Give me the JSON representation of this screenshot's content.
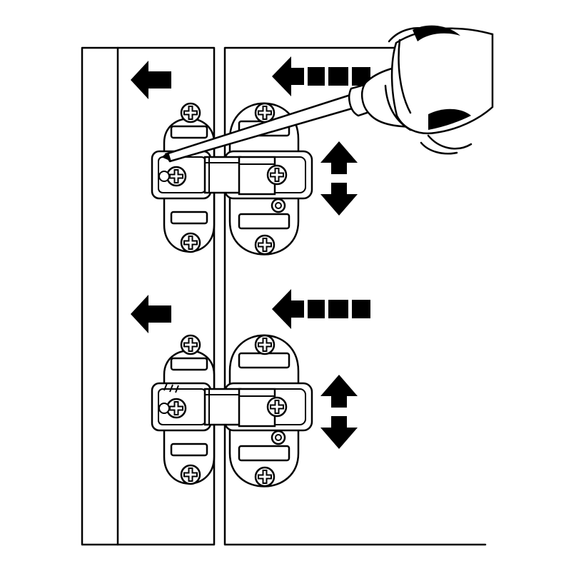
{
  "illustration": {
    "subject": "concealed-hinge-depth-adjustment",
    "colors": {
      "line": "#000000",
      "background": "#ffffff"
    },
    "icons": [
      "screwdriver-icon",
      "arrow-left-icon",
      "arrow-up-down-icon",
      "screw-icon",
      "hand-icon"
    ],
    "hinges": [
      {
        "id": "upper-hinge",
        "adjusting": true
      },
      {
        "id": "lower-hinge",
        "adjusting": false
      }
    ]
  }
}
